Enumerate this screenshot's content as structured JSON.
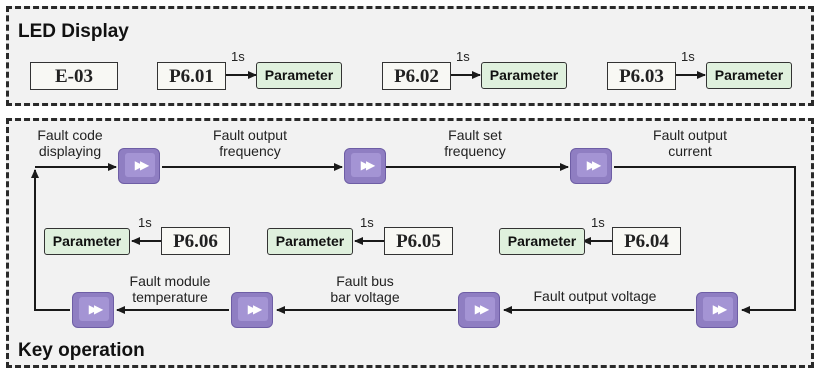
{
  "led_display": {
    "title": "LED Display",
    "fault_code": "E-03",
    "sequences": [
      {
        "code": "P6.01",
        "time": "1s",
        "target": "Parameter"
      },
      {
        "code": "P6.02",
        "time": "1s",
        "target": "Parameter"
      },
      {
        "code": "P6.03",
        "time": "1s",
        "target": "Parameter"
      }
    ]
  },
  "key_operation": {
    "title": "Key operation",
    "key_glyph": "▶▶",
    "top_labels": [
      "Fault code\ndisplaying",
      "Fault output\nfrequency",
      "Fault set\nfrequency",
      "Fault output\ncurrent"
    ],
    "bottom_labels": [
      "Fault output voltage",
      "Fault bus\nbar voltage",
      "Fault module\ntemperature"
    ],
    "middle_sequences": [
      {
        "code": "P6.06",
        "time": "1s",
        "target": "Parameter"
      },
      {
        "code": "P6.05",
        "time": "1s",
        "target": "Parameter"
      },
      {
        "code": "P6.04",
        "time": "1s",
        "target": "Parameter"
      }
    ]
  }
}
